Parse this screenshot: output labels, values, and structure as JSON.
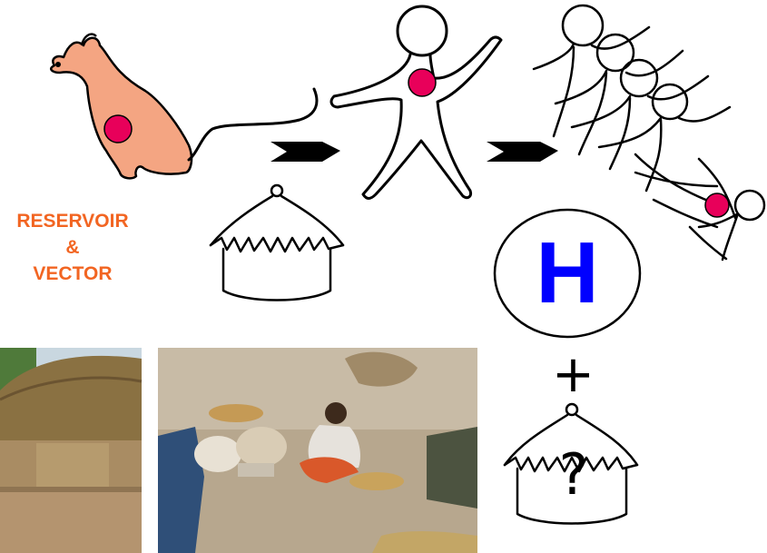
{
  "labels": {
    "reservoir": "RESERVOIR",
    "ampersand": "&",
    "vector": "VECTOR",
    "hospital": "H",
    "plus": "+",
    "question": "?"
  },
  "colors": {
    "label": "#F26522",
    "rodent_fill": "#F4A582",
    "infection_dot": "#E8005A",
    "hospital_letter": "#0000FF",
    "outline": "#000000"
  },
  "icons": [
    "rodent-icon",
    "arrow-icon",
    "person-icon",
    "hut-icon",
    "crowd-icon",
    "hospital-icon",
    "photo-hut-exterior",
    "photo-hut-interior"
  ]
}
